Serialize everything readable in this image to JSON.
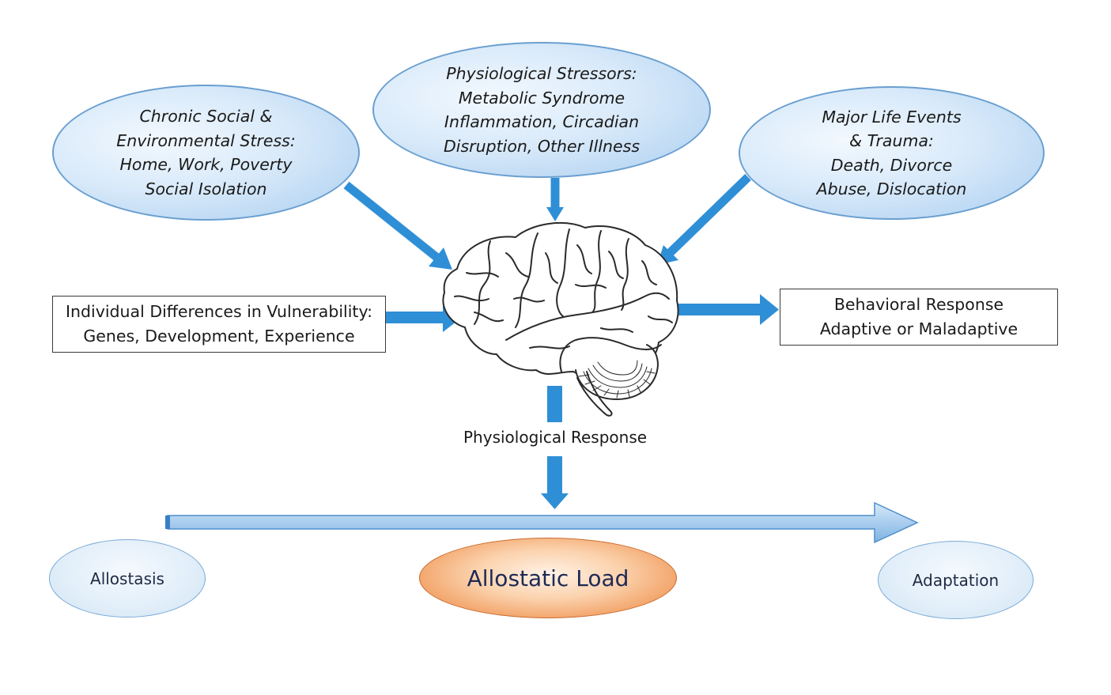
{
  "stressors": {
    "chronic": "Chronic Social &\nEnvironmental Stress:\nHome, Work, Poverty\nSocial Isolation",
    "physiological": "Physiological Stressors:\nMetabolic Syndrome\nInflammation, Circadian\nDisruption, Other Illness",
    "life_events": "Major Life Events\n& Trauma:\nDeath, Divorce\nAbuse, Dislocation"
  },
  "individual_differences": "Individual Differences in Vulnerability:\nGenes, Development, Experience",
  "behavioral_response": "Behavioral Response\nAdaptive or Maladaptive",
  "physiological_response": "Physiological Response",
  "outcomes": {
    "allostasis": "Allostasis",
    "allostatic_load": "Allostatic Load",
    "adaptation": "Adaptation"
  },
  "colors": {
    "arrow": "#2f8fd6",
    "ellipse_fill": "#cfe3f7",
    "load_fill": "#f2a267",
    "brain_line": "#2a2a2a"
  },
  "icons": [
    "brain-icon"
  ]
}
